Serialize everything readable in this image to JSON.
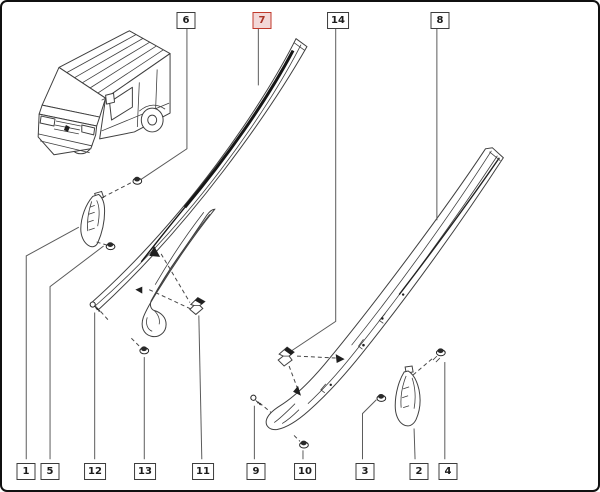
{
  "callouts": {
    "top": [
      {
        "label": "6",
        "highlighted": false
      },
      {
        "label": "7",
        "highlighted": true
      },
      {
        "label": "14",
        "highlighted": false
      },
      {
        "label": "8",
        "highlighted": false
      }
    ],
    "bottom": [
      {
        "label": "1"
      },
      {
        "label": "5"
      },
      {
        "label": "12"
      },
      {
        "label": "13"
      },
      {
        "label": "11"
      },
      {
        "label": "9"
      },
      {
        "label": "10"
      },
      {
        "label": "3"
      },
      {
        "label": "2"
      },
      {
        "label": "4"
      }
    ]
  },
  "colors": {
    "background": "#ffffff",
    "line_art": "#3f3f3f",
    "leader_line": "#5a5a5a",
    "callout_border": "#3c3c3c",
    "highlight_border": "#c0392b",
    "highlight_background": "#f3d8d8",
    "highlight_text": "#a93226"
  }
}
